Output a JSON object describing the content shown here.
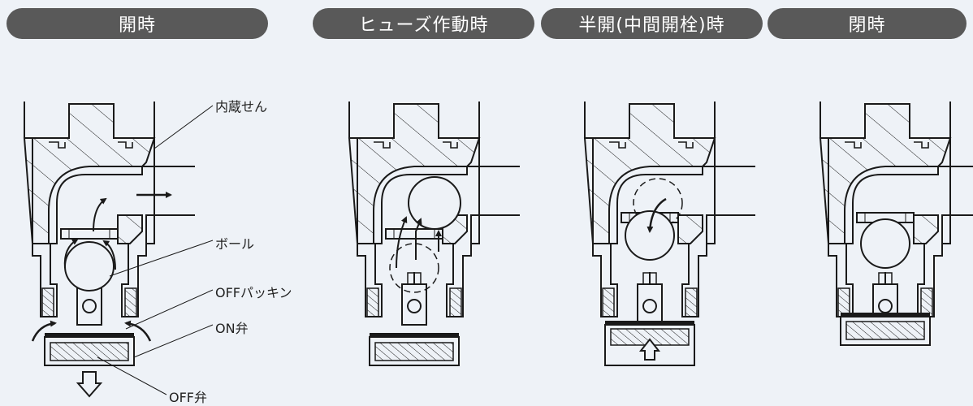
{
  "headers": [
    "開時",
    "ヒューズ作動時",
    "半開(中間開栓)時",
    "閉時"
  ],
  "labels": {
    "builtin_plug": "内蔵せん",
    "ball": "ボール",
    "off_packing": "OFFパッキン",
    "on_valve": "ON弁",
    "off_valve": "OFF弁"
  },
  "colors": {
    "background": "#eef2f7",
    "header_pill": "#595959",
    "line": "#1a1a1a"
  }
}
